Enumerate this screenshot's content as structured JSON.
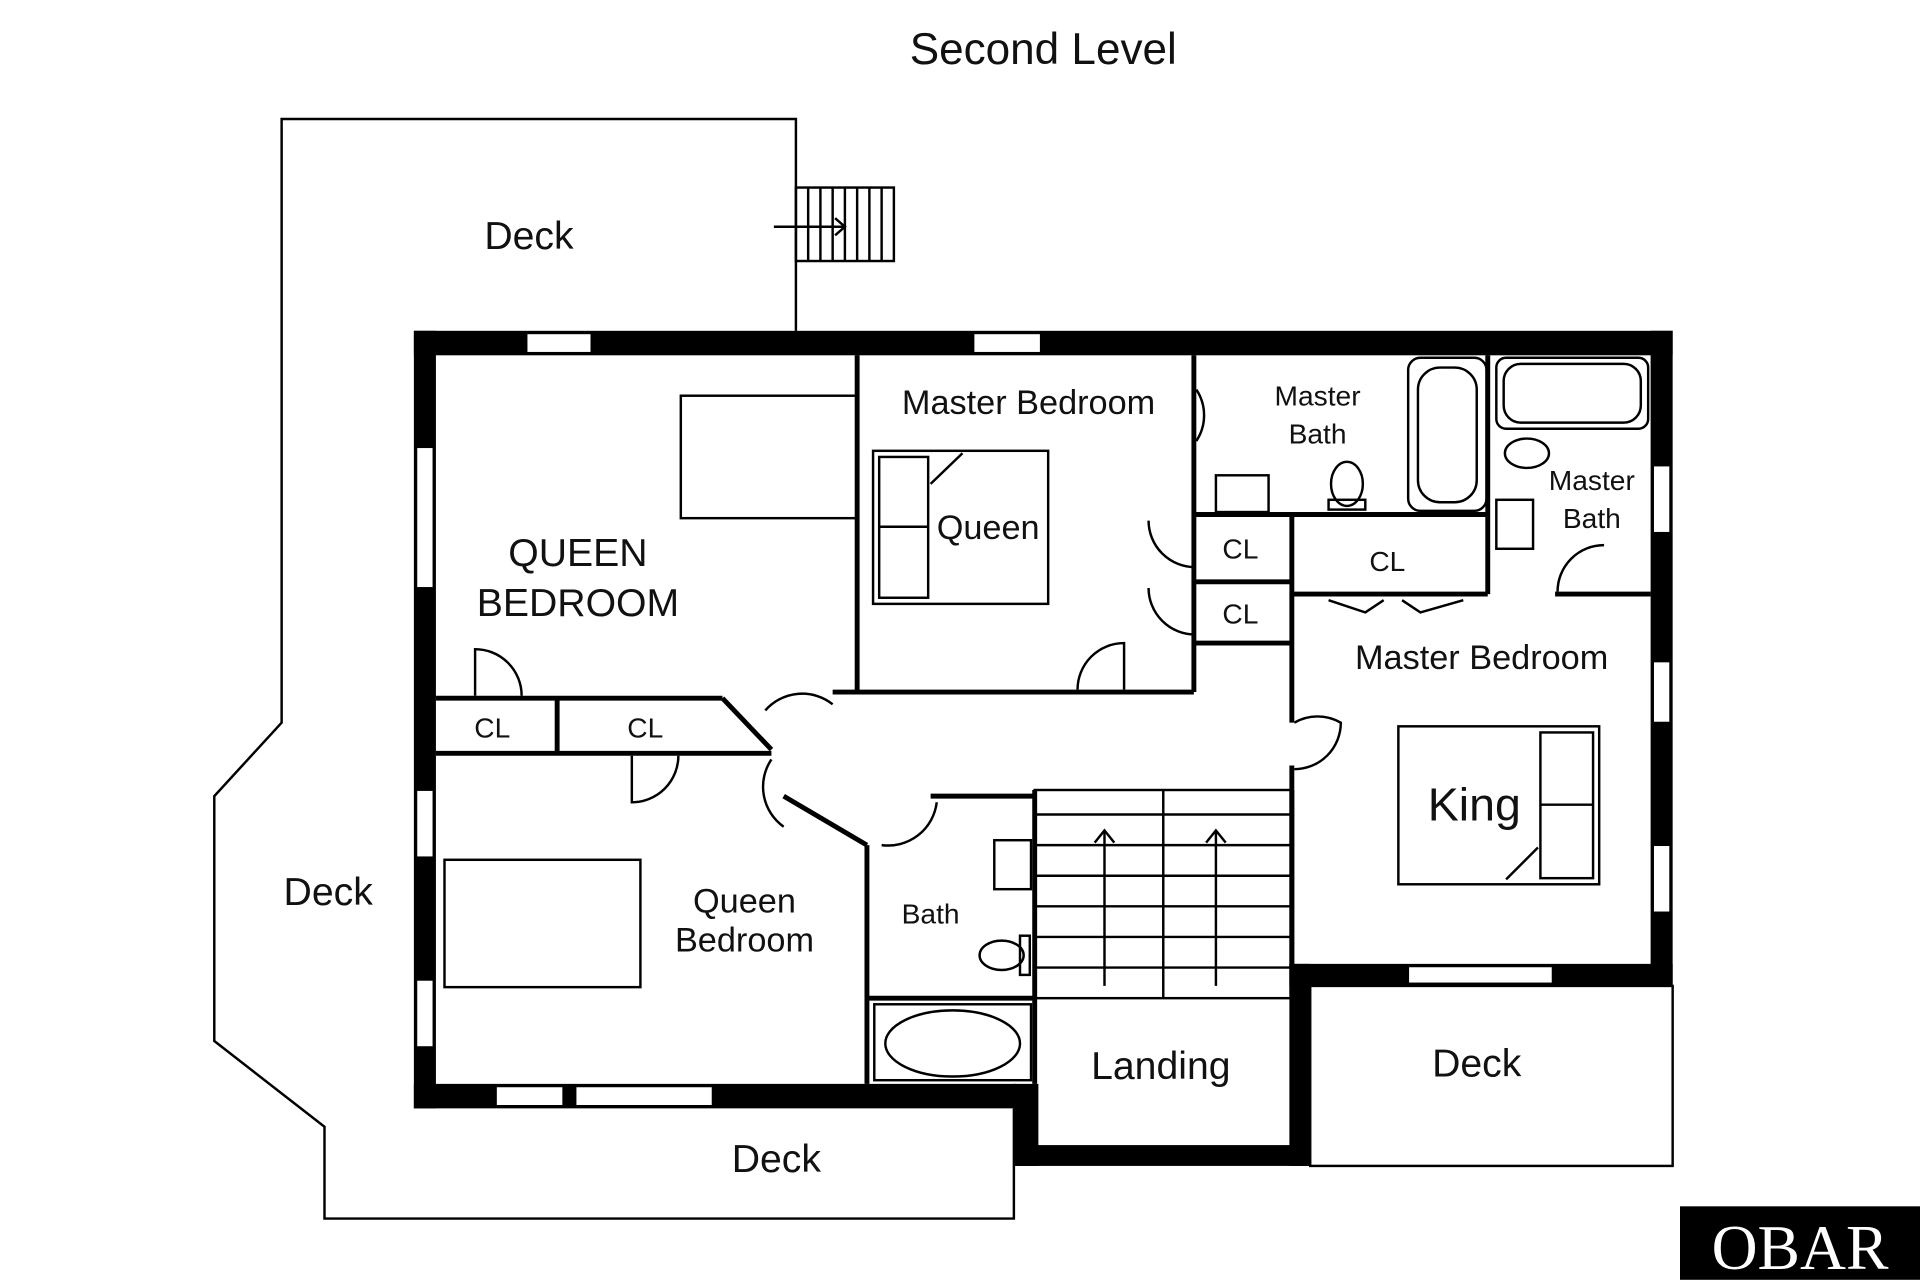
{
  "title": "Second Level",
  "rooms": {
    "deck_top": "Deck",
    "deck_left": "Deck",
    "deck_bottom": "Deck",
    "deck_right": "Deck",
    "queen_bedroom_upper_line1": "QUEEN",
    "queen_bedroom_upper_line2": "BEDROOM",
    "master_bedroom_1": "Master Bedroom",
    "queen_bed_label": "Queen",
    "master_bath_1_line1": "Master",
    "master_bath_1_line2": "Bath",
    "master_bath_2_line1": "Master",
    "master_bath_2_line2": "Bath",
    "closet_1": "CL",
    "closet_2": "CL",
    "closet_3": "CL",
    "closet_4": "CL",
    "closet_5": "CL",
    "master_bedroom_2": "Master Bedroom",
    "king_bed_label": "King",
    "queen_bedroom_lower_line1": "Queen",
    "queen_bedroom_lower_line2": "Bedroom",
    "bath": "Bath",
    "landing": "Landing"
  },
  "logo": "OBAR"
}
